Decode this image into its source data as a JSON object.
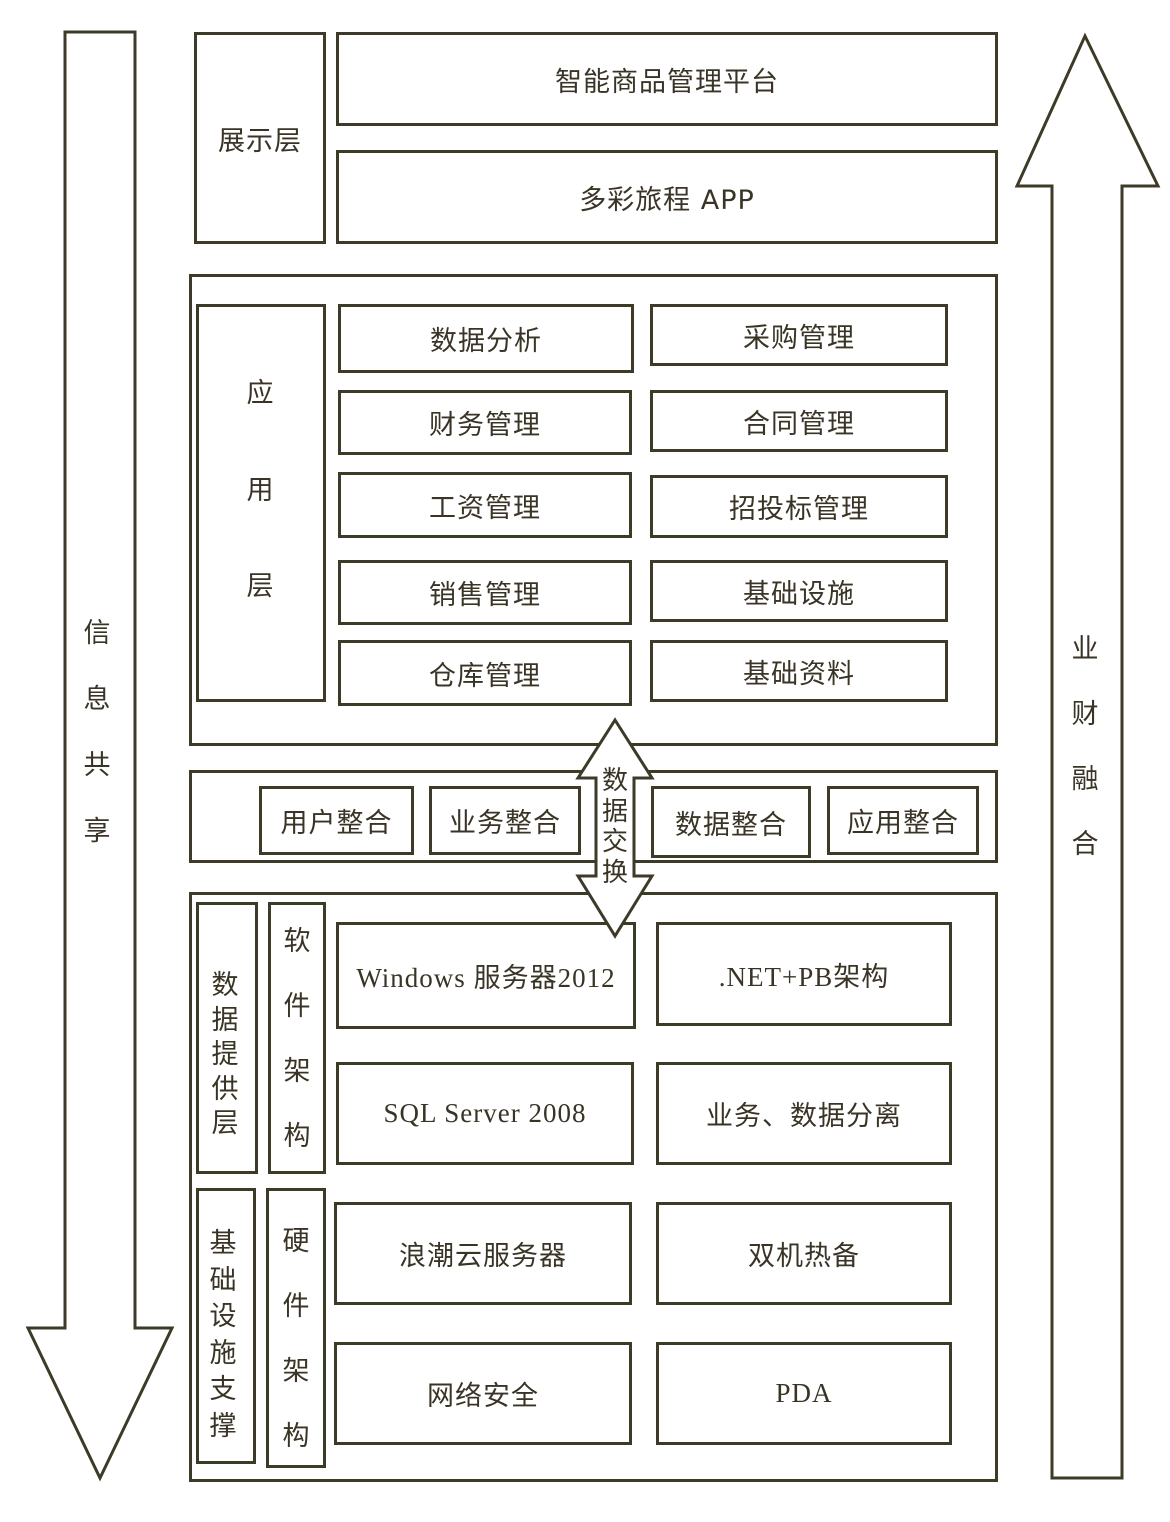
{
  "left_arrow": {
    "label": [
      "信",
      "息",
      "共",
      "享"
    ]
  },
  "right_arrow": {
    "label": [
      "业",
      "财",
      "融",
      "合"
    ]
  },
  "exchange_arrow": {
    "label": [
      "数",
      "据",
      "交",
      "换"
    ]
  },
  "presentation_layer": {
    "label": "展示层",
    "items": [
      "智能商品管理平台",
      "多彩旅程 APP"
    ]
  },
  "application_layer": {
    "label": [
      "应",
      "用",
      "层"
    ],
    "left_items": [
      "数据分析",
      "财务管理",
      "工资管理",
      "销售管理",
      "仓库管理"
    ],
    "right_items": [
      "采购管理",
      "合同管理",
      "招投标管理",
      "基础设施",
      "基础资料"
    ]
  },
  "integration_layer": {
    "items": [
      "用户整合",
      "业务整合",
      "数据整合",
      "应用整合"
    ]
  },
  "data_layer": {
    "label": [
      "数",
      "据",
      "提",
      "供",
      "层"
    ],
    "sub_label": [
      "软",
      "件",
      "架",
      "构"
    ],
    "items": [
      "Windows 服务器2012",
      ".NET+PB架构",
      "SQL Server 2008",
      "业务、数据分离"
    ]
  },
  "infrastructure_layer": {
    "label": [
      "基",
      "础",
      "设",
      "施",
      "支",
      "撑"
    ],
    "sub_label": [
      "硬",
      "件",
      "架",
      "构"
    ],
    "items": [
      "浪潮云服务器",
      "双机热备",
      "网络安全",
      "PDA"
    ]
  }
}
